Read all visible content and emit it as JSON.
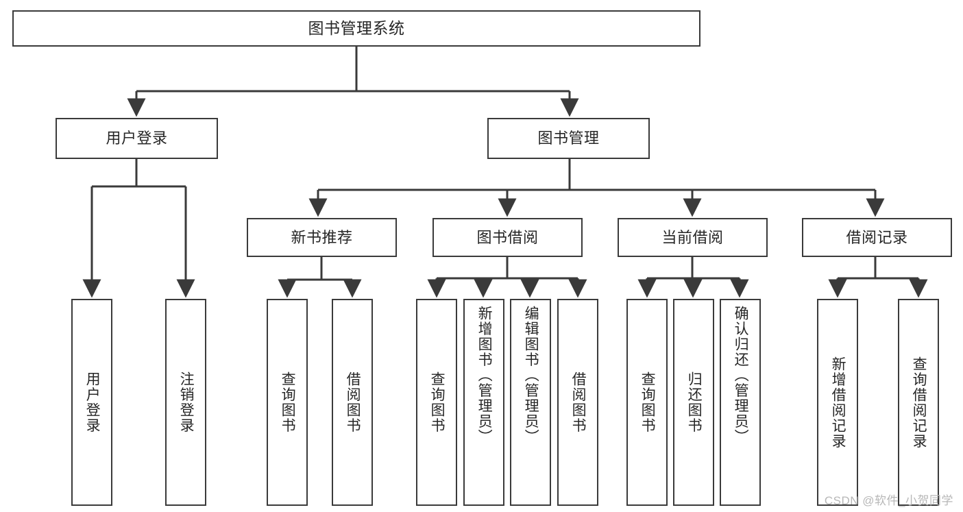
{
  "diagram": {
    "title": "图书管理系统",
    "watermark": "CSDN @软件_小贺同学",
    "type": "tree-hierarchy-diagram",
    "root": {
      "label": "图书管理系统"
    },
    "level1": [
      {
        "label": "用户登录"
      },
      {
        "label": "图书管理"
      }
    ],
    "level2": [
      {
        "label": "新书推荐"
      },
      {
        "label": "图书借阅"
      },
      {
        "label": "当前借阅"
      },
      {
        "label": "借阅记录"
      }
    ],
    "leaves": {
      "user_login": [
        {
          "label": "用户登录"
        },
        {
          "label": "注销登录"
        }
      ],
      "new_book_recommend": [
        {
          "label": "查询图书"
        },
        {
          "label": "借阅图书"
        }
      ],
      "book_borrow": [
        {
          "label": "查询图书"
        },
        {
          "label": "新增图书（管理员）"
        },
        {
          "label": "编辑图书（管理员）"
        },
        {
          "label": "借阅图书"
        }
      ],
      "current_borrow": [
        {
          "label": "查询图书"
        },
        {
          "label": "归还图书"
        },
        {
          "label": "确认归还（管理员）"
        }
      ],
      "borrow_record": [
        {
          "label": "新增借阅记录"
        },
        {
          "label": "查询借阅记录"
        }
      ]
    }
  },
  "colors": {
    "stroke": "#3a3a3a",
    "text": "#262626",
    "background": "#ffffff",
    "watermark": "#b7b7b7"
  }
}
